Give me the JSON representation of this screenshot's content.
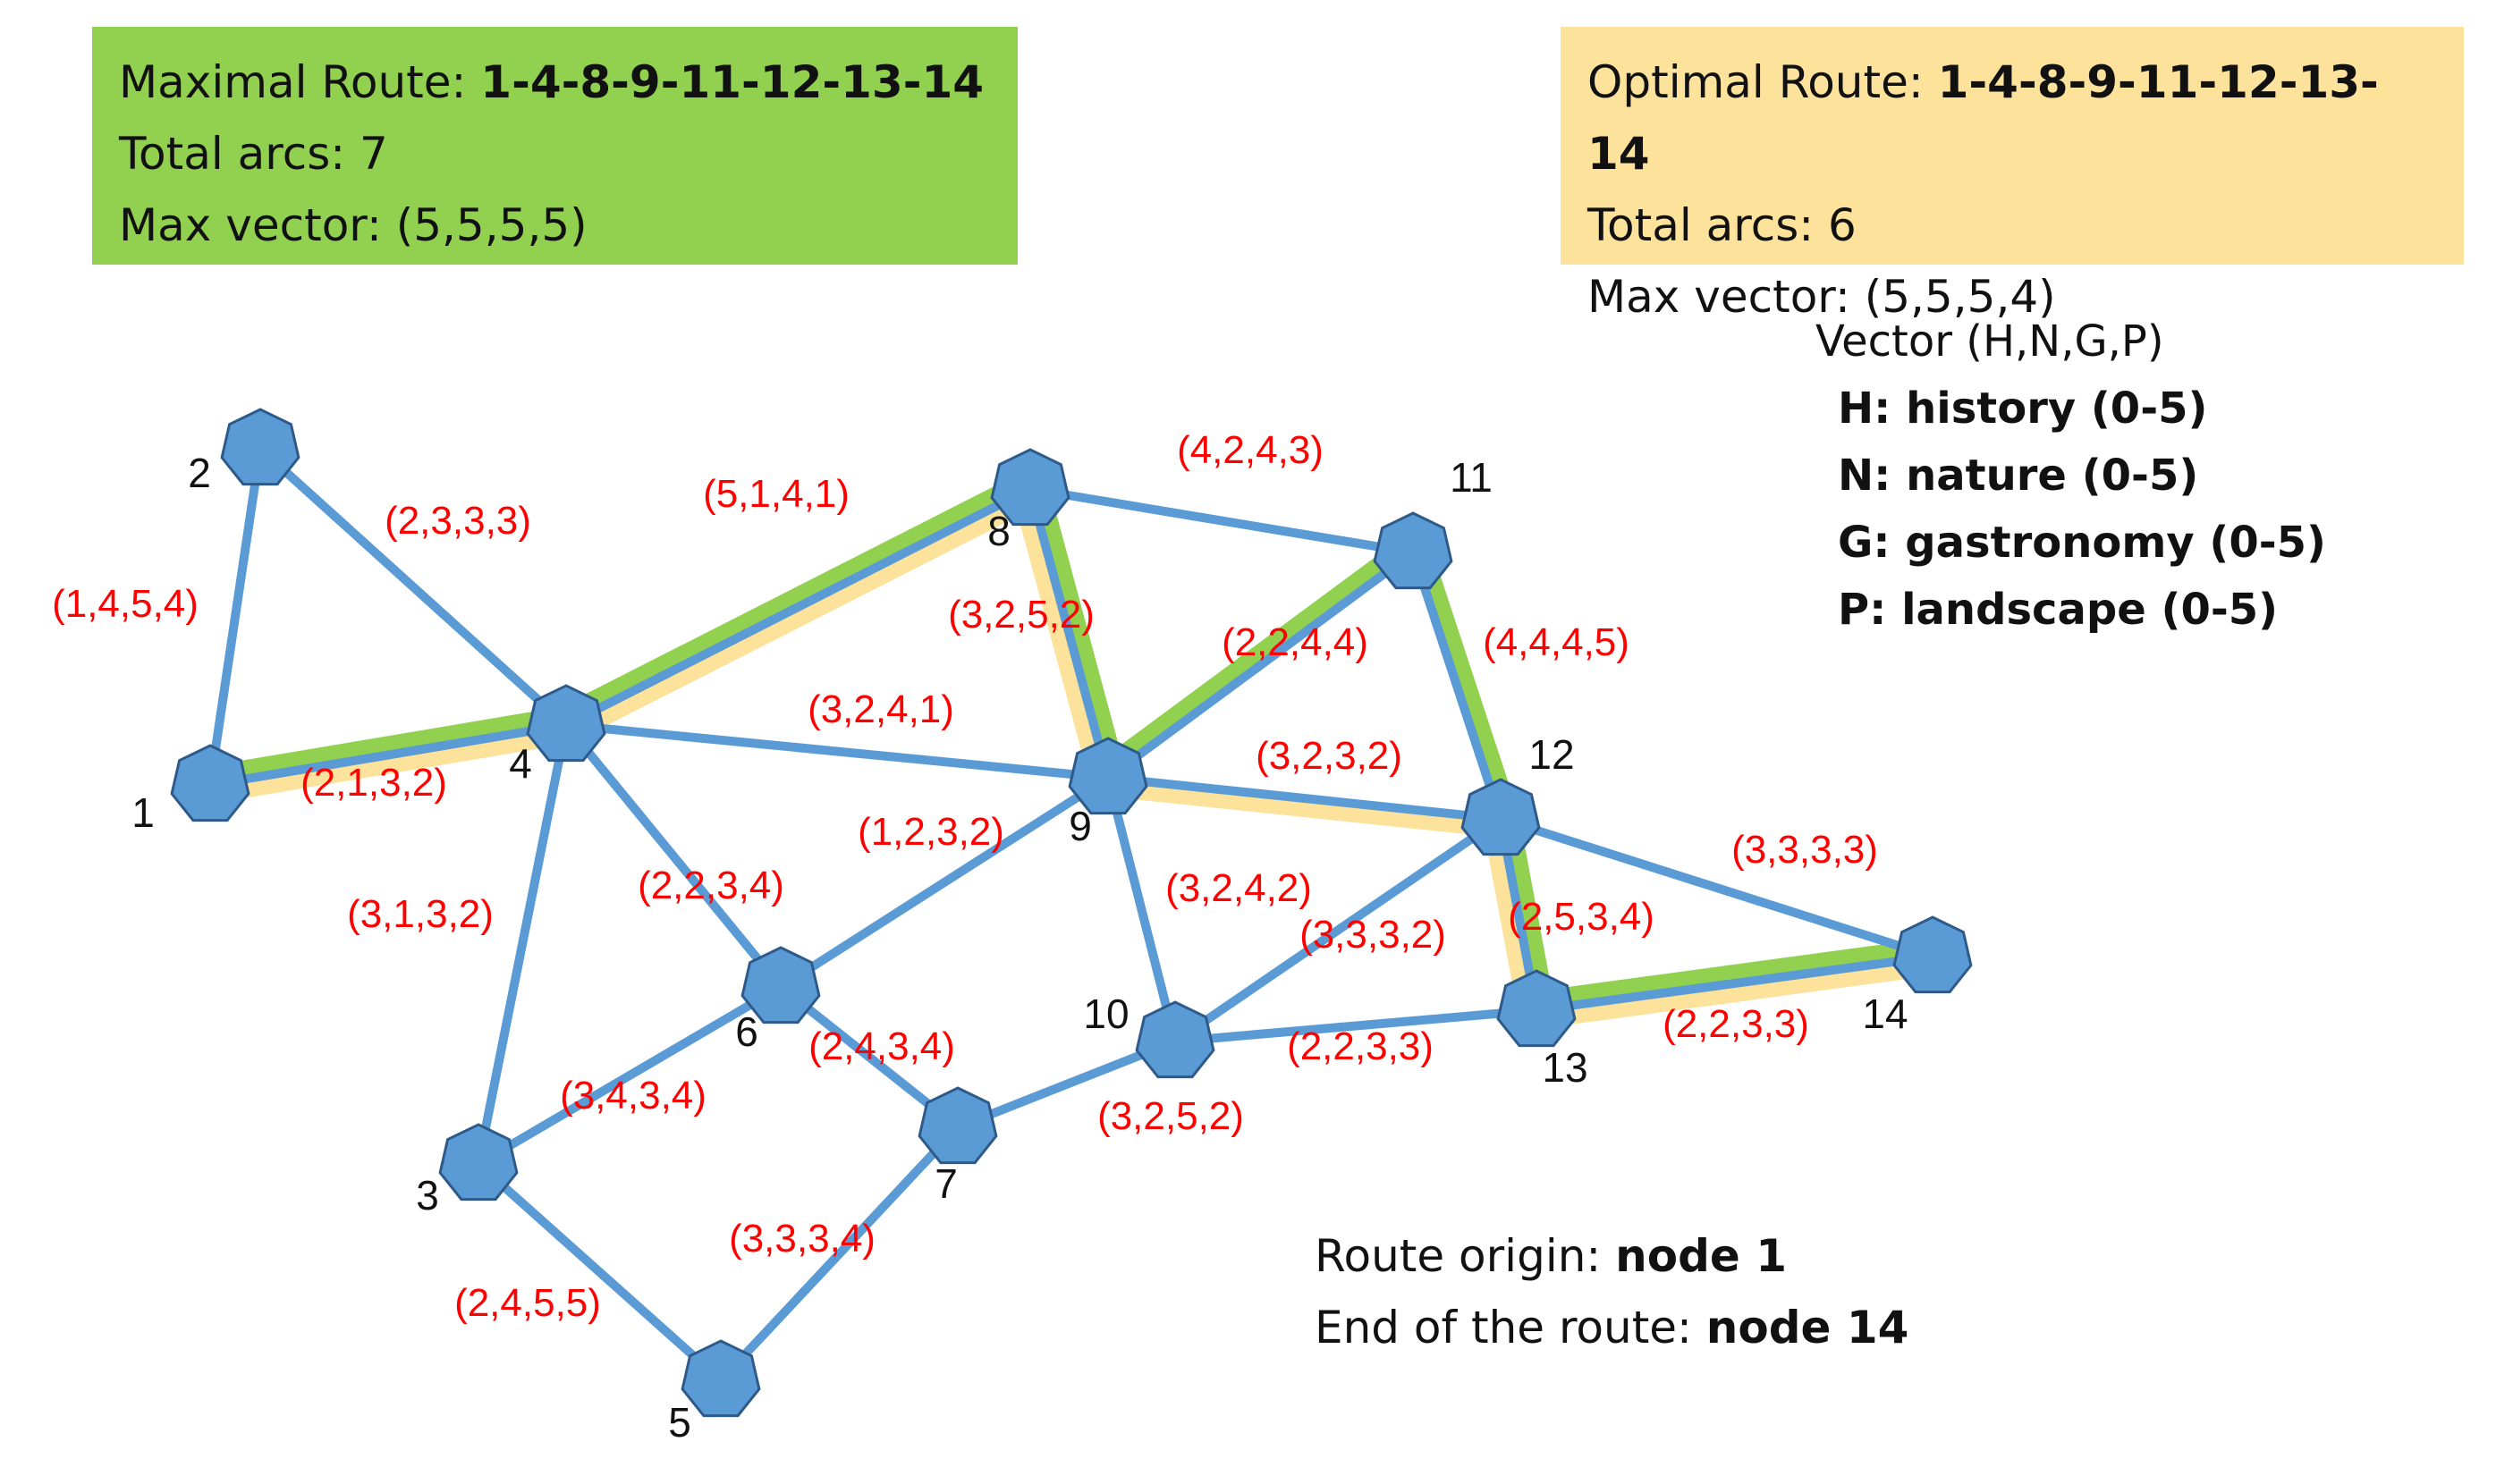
{
  "maximal": {
    "route_label": "Maximal Route: ",
    "route_value": "1-4-8-9-11-12-13-14",
    "arcs_text": "Total arcs: 7",
    "vector_text": "Max vector: (5,5,5,5)"
  },
  "optimal": {
    "route_label": "Optimal Route: ",
    "route_value": "1-4-8-9-11-12-13-14",
    "arcs_text": "Total arcs: 6",
    "vector_text": "Max vector: (5,5,5,4)"
  },
  "legend": {
    "title": "Vector (H,N,G,P)",
    "items": [
      "H: history (0-5)",
      "N: nature (0-5)",
      "G: gastronomy (0-5)",
      "P: landscape (0-5)"
    ]
  },
  "route_info": {
    "origin_label": "Route origin: ",
    "origin_value": "node 1",
    "end_label": "End of the route: ",
    "end_value": "node 14"
  },
  "colors": {
    "edge": "#5b9bd5",
    "node_fill": "#5b9bd5",
    "node_stroke": "#2e5a8a",
    "maximal_route": "#92d050",
    "optimal_route": "#fde29b",
    "edge_label": "#ff0000",
    "node_label": "#111111"
  },
  "graph": {
    "nodes": [
      {
        "id": "1",
        "label": "1"
      },
      {
        "id": "2",
        "label": "2"
      },
      {
        "id": "3",
        "label": "3"
      },
      {
        "id": "4",
        "label": "4"
      },
      {
        "id": "5",
        "label": "5"
      },
      {
        "id": "6",
        "label": "6"
      },
      {
        "id": "7",
        "label": "7"
      },
      {
        "id": "8",
        "label": "8"
      },
      {
        "id": "9",
        "label": "9"
      },
      {
        "id": "10",
        "label": "10"
      },
      {
        "id": "11",
        "label": "11"
      },
      {
        "id": "12",
        "label": "12"
      },
      {
        "id": "13",
        "label": "13"
      },
      {
        "id": "14",
        "label": "14"
      }
    ],
    "edges": [
      {
        "from": "1",
        "to": "2",
        "label": "(1,4,5,4)"
      },
      {
        "from": "2",
        "to": "4",
        "label": "(2,3,3,3)"
      },
      {
        "from": "1",
        "to": "4",
        "label": "(2,1,3,2)"
      },
      {
        "from": "4",
        "to": "8",
        "label": "(5,1,4,1)"
      },
      {
        "from": "4",
        "to": "9",
        "label": "(3,2,4,1)"
      },
      {
        "from": "4",
        "to": "3",
        "label": "(3,1,3,2)"
      },
      {
        "from": "4",
        "to": "6",
        "label": "(2,2,3,4)"
      },
      {
        "from": "3",
        "to": "6",
        "label": "(3,4,3,4)"
      },
      {
        "from": "3",
        "to": "5",
        "label": "(2,4,5,5)"
      },
      {
        "from": "5",
        "to": "7",
        "label": "(3,3,3,4)"
      },
      {
        "from": "6",
        "to": "7",
        "label": "(2,4,3,4)"
      },
      {
        "from": "6",
        "to": "9",
        "label": "(1,2,3,2)"
      },
      {
        "from": "7",
        "to": "10",
        "label": "(3,2,5,2)"
      },
      {
        "from": "8",
        "to": "11",
        "label": "(4,2,4,3)"
      },
      {
        "from": "8",
        "to": "9",
        "label": "(3,2,5,2)"
      },
      {
        "from": "9",
        "to": "11",
        "label": "(2,2,4,4)"
      },
      {
        "from": "9",
        "to": "12",
        "label": "(3,2,3,2)"
      },
      {
        "from": "9",
        "to": "10",
        "label": "(3,2,4,2)"
      },
      {
        "from": "10",
        "to": "12",
        "label": "(3,3,3,2)"
      },
      {
        "from": "10",
        "to": "13",
        "label": "(2,2,3,3)"
      },
      {
        "from": "11",
        "to": "12",
        "label": "(4,4,4,5)"
      },
      {
        "from": "12",
        "to": "13",
        "label": "(2,5,3,4)"
      },
      {
        "from": "12",
        "to": "14",
        "label": "(3,3,3,3)"
      },
      {
        "from": "13",
        "to": "14",
        "label": "(2,2,3,3)"
      }
    ],
    "maximal_path": [
      "1",
      "4",
      "8",
      "9",
      "11",
      "12",
      "13",
      "14"
    ],
    "optimal_path": [
      "1",
      "4",
      "8",
      "9",
      "12",
      "13",
      "14"
    ]
  }
}
